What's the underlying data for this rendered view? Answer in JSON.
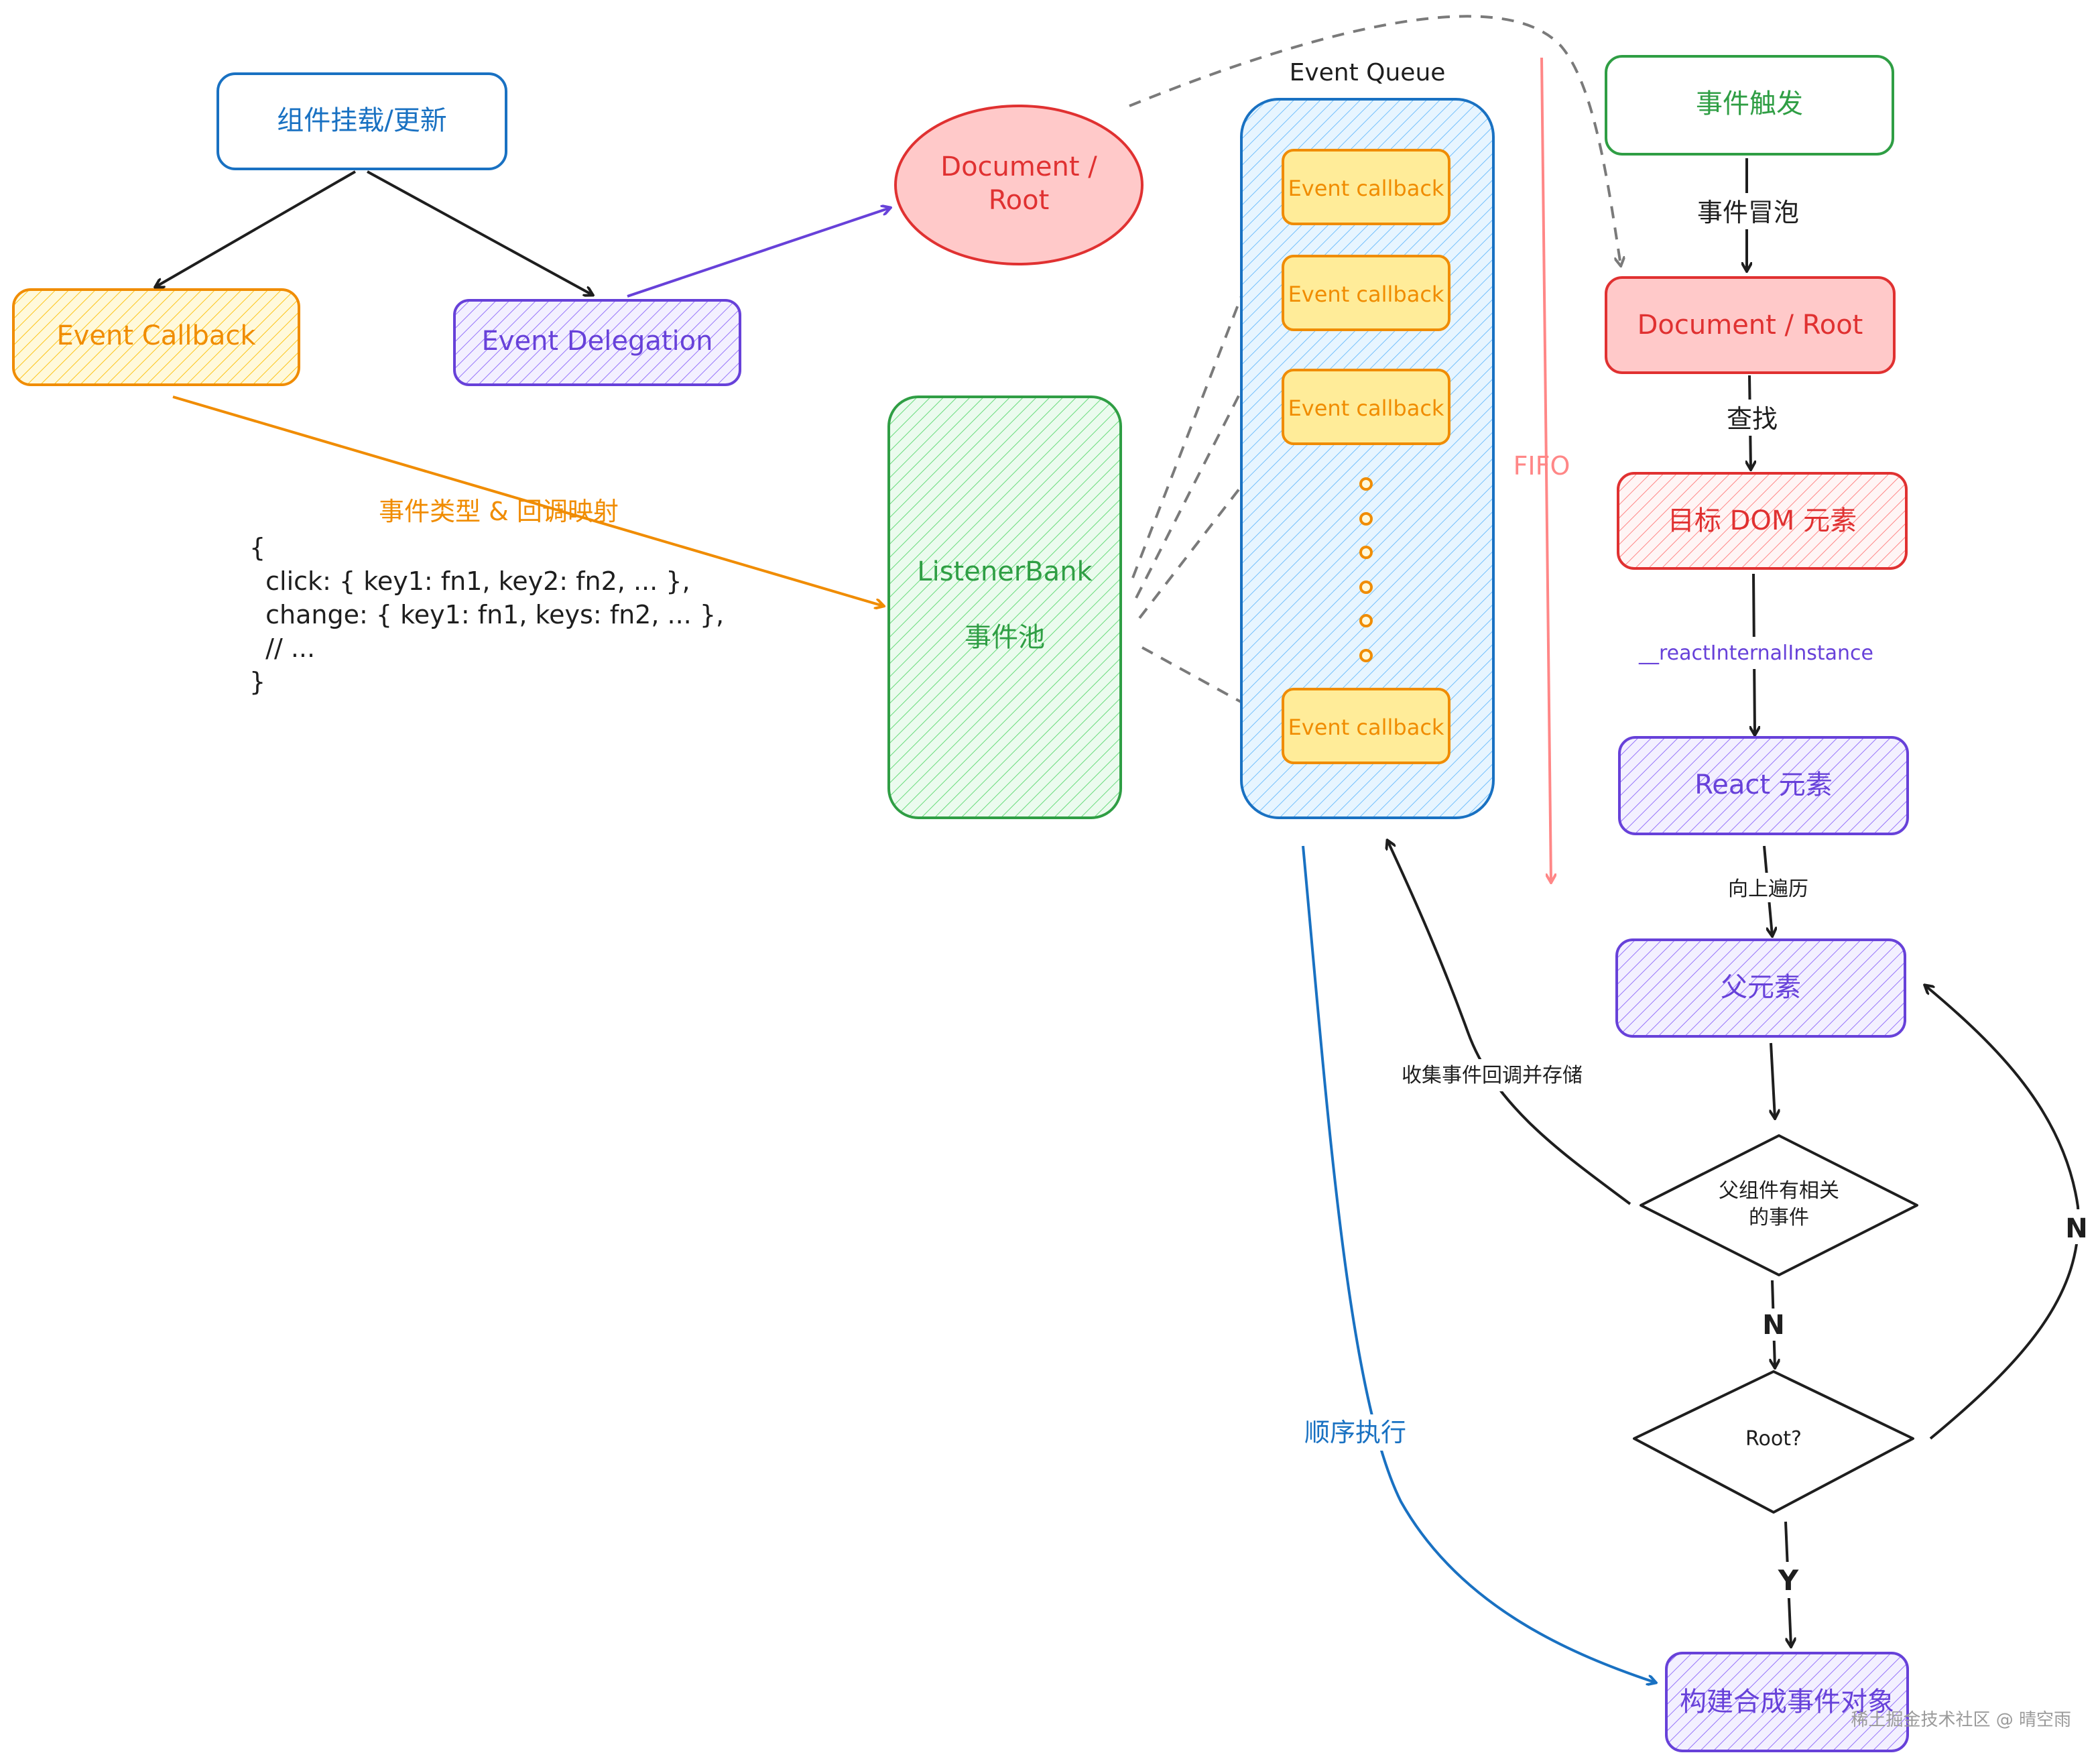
{
  "left_flow": {
    "mount_update": "组件挂载/更新",
    "event_callback": "Event Callback",
    "event_delegation": "Event Delegation",
    "mapping_label": "事件类型 & 回调映射",
    "mapping_code": [
      "{",
      "  click: { key1: fn1, key2: fn2, ... },",
      "  change: { key1: fn1, keys: fn2, ... },",
      "  // ...",
      "}"
    ]
  },
  "document_root_left": [
    "Document /",
    "Root"
  ],
  "listener_bank": {
    "title": "ListenerBank",
    "subtitle": "事件池"
  },
  "event_queue": {
    "title": "Event Queue",
    "callbacks": [
      "Event callback",
      "Event callback",
      "Event callback",
      "Event callback"
    ],
    "fifo_label": "FIFO"
  },
  "right_flow": {
    "trigger": "事件触发",
    "bubble_label": "事件冒泡",
    "document_root": "Document / Root",
    "find_label": "查找",
    "target_dom": "目标 DOM 元素",
    "internal_instance_label": "__reactInternalInstance",
    "react_element": "React 元素",
    "traverse_label": "向上遍历",
    "parent_element": "父元素",
    "parent_has_event": [
      "父组件有相关",
      "的事件"
    ],
    "n_label_1": "N",
    "root_check": "Root?",
    "n_label_2": "N",
    "y_label": "Y",
    "build_synthetic": "构建合成事件对象",
    "collect_label": "收集事件回调并存储",
    "sequential_label": "顺序执行"
  },
  "watermark": "稀土掘金技术社区 @ 晴空雨",
  "colors": {
    "blue": "#1971c2",
    "orange": "#f08c00",
    "purple": "#6741d9",
    "green": "#2f9e44",
    "red": "#e03131",
    "ink": "#1e1e1e",
    "gray": "#7a7a7a"
  }
}
